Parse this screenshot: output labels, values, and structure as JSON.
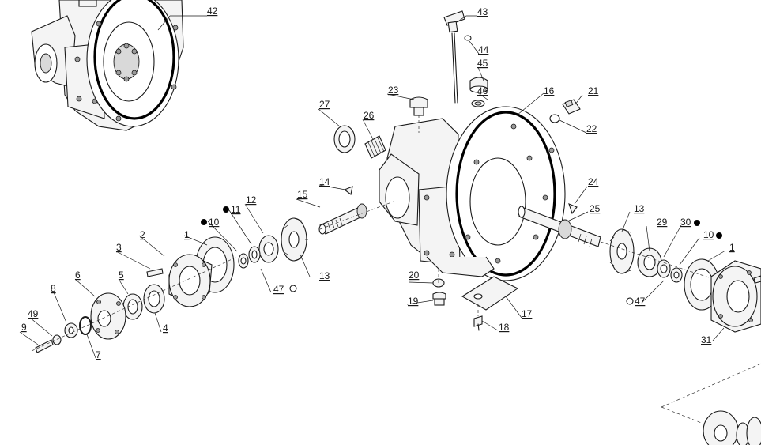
{
  "diagram": {
    "callouts": [
      {
        "id": "c42",
        "text": "42"
      },
      {
        "id": "c43",
        "text": "43"
      },
      {
        "id": "c44",
        "text": "44"
      },
      {
        "id": "c45",
        "text": "45"
      },
      {
        "id": "c46",
        "text": "46"
      },
      {
        "id": "c23",
        "text": "23"
      },
      {
        "id": "c16",
        "text": "16"
      },
      {
        "id": "c21",
        "text": "21"
      },
      {
        "id": "c22",
        "text": "22"
      },
      {
        "id": "c27",
        "text": "27"
      },
      {
        "id": "c26",
        "text": "26"
      },
      {
        "id": "c14",
        "text": "14"
      },
      {
        "id": "c15",
        "text": "15"
      },
      {
        "id": "c24",
        "text": "24"
      },
      {
        "id": "c25",
        "text": "25"
      },
      {
        "id": "c12",
        "text": "12"
      },
      {
        "id": "c11",
        "text": "11"
      },
      {
        "id": "c10a",
        "text": "10"
      },
      {
        "id": "c2",
        "text": "2"
      },
      {
        "id": "c1a",
        "text": "1"
      },
      {
        "id": "c3",
        "text": "3"
      },
      {
        "id": "c13a",
        "text": "13"
      },
      {
        "id": "c47a",
        "text": "47"
      },
      {
        "id": "c13b",
        "text": "13"
      },
      {
        "id": "c29",
        "text": "29"
      },
      {
        "id": "c30",
        "text": "30"
      },
      {
        "id": "c10b",
        "text": "10"
      },
      {
        "id": "c1b",
        "text": "1"
      },
      {
        "id": "c47b",
        "text": "47"
      },
      {
        "id": "c31",
        "text": "31"
      },
      {
        "id": "c6",
        "text": "6"
      },
      {
        "id": "c5",
        "text": "5"
      },
      {
        "id": "c8",
        "text": "8"
      },
      {
        "id": "c4",
        "text": "4"
      },
      {
        "id": "c49",
        "text": "49"
      },
      {
        "id": "c9",
        "text": "9"
      },
      {
        "id": "c7",
        "text": "7"
      },
      {
        "id": "c20",
        "text": "20"
      },
      {
        "id": "c19",
        "text": "19"
      },
      {
        "id": "c17",
        "text": "17"
      },
      {
        "id": "c18",
        "text": "18"
      }
    ]
  }
}
